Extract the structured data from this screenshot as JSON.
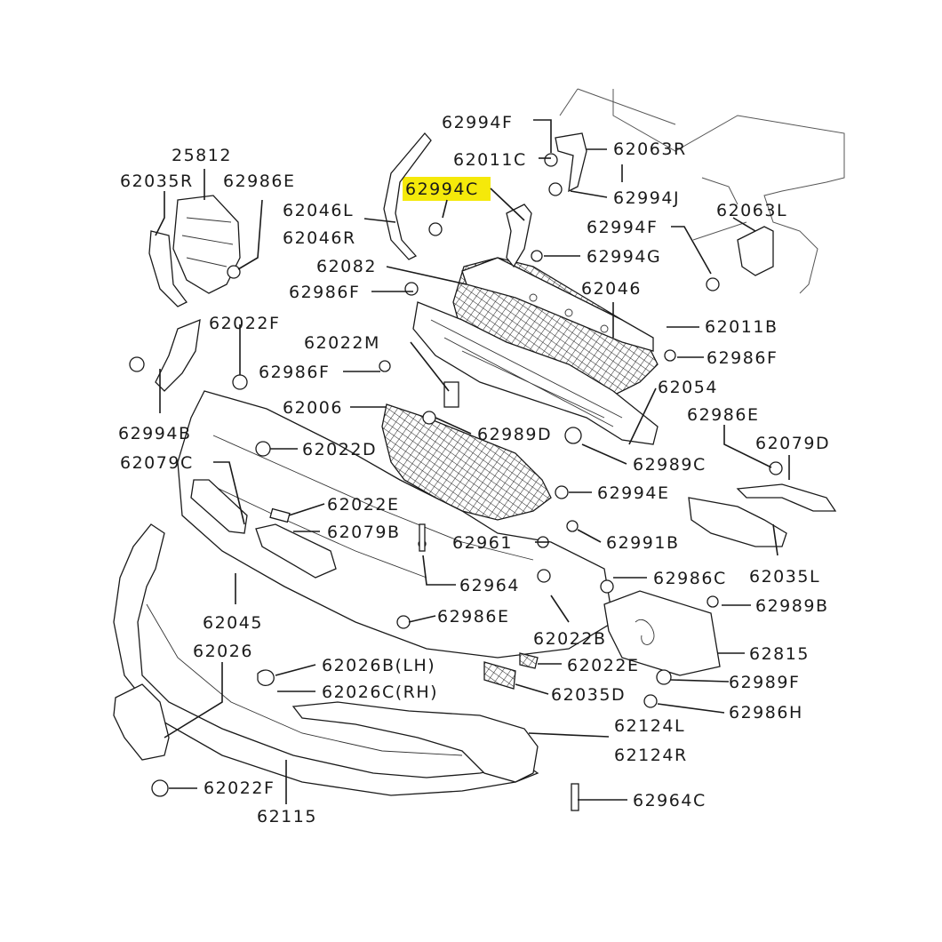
{
  "highlight_color": "#f5e90a",
  "highlighted_part": "62994C",
  "labels": {
    "p25812": "25812",
    "p62035R": "62035R",
    "p62986E_tl": "62986E",
    "p62046L": "62046L",
    "p62046R": "62046R",
    "p62994F_top": "62994F",
    "p62011C": "62011C",
    "p62994C": "62994C",
    "p62063R": "62063R",
    "p62994J": "62994J",
    "p62063L": "62063L",
    "p62994F_r": "62994F",
    "p62994G": "62994G",
    "p62082": "62082",
    "p62046": "62046",
    "p62986F_a": "62986F",
    "p62011B": "62011B",
    "p62022F_top": "62022F",
    "p62022M": "62022M",
    "p62986F_r": "62986F",
    "p62986F_b": "62986F",
    "p62054": "62054",
    "p62006": "62006",
    "p62986E_r": "62986E",
    "p62994B": "62994B",
    "p62989D": "62989D",
    "p62079D": "62079D",
    "p62022D": "62022D",
    "p62989C": "62989C",
    "p62079C": "62079C",
    "p62994E": "62994E",
    "p62022E_a": "62022E",
    "p62079B": "62079B",
    "p62961": "62961",
    "p62991B": "62991B",
    "p62035L": "62035L",
    "p62964": "62964",
    "p62986C": "62986C",
    "p62989B": "62989B",
    "p62045": "62045",
    "p62986E_b": "62986E",
    "p62022B": "62022B",
    "p62815": "62815",
    "p62026": "62026",
    "p62026B": "62026B(LH)",
    "p62026C": "62026C(RH)",
    "p62022E_b": "62022E",
    "p62989F": "62989F",
    "p62035D": "62035D",
    "p62986H": "62986H",
    "p62124L": "62124L",
    "p62124R": "62124R",
    "p62022F_bot": "62022F",
    "p62115": "62115",
    "p62964C": "62964C"
  }
}
